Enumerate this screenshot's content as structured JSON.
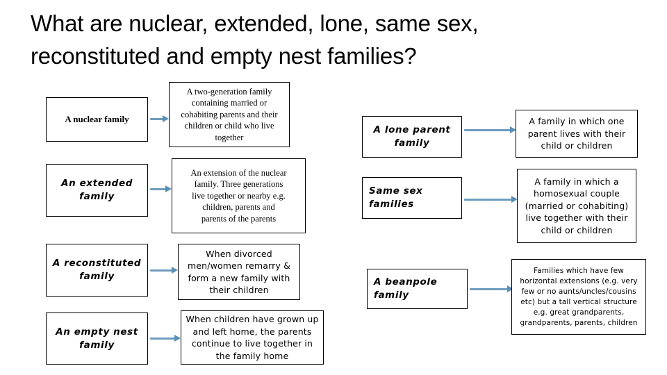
{
  "slide": {
    "title": "What are nuclear, extended, lone, same sex,\nreconstituted and empty nest families?",
    "accent_color": "#6d9cbe",
    "arrow_head_color": "#5b90b5",
    "box_border_color": "#000000",
    "background_color": "#ffffff"
  },
  "left_column": {
    "rows": [
      {
        "term": "A nuclear family",
        "description": "A two-generation family\ncontaining married or\ncohabiting parents and their\nchildren or child who live\ntogether"
      },
      {
        "term": "An extended\nfamily",
        "description": "An extension of the nuclear\nfamily. Three generations\nlive together or nearby e.g.\nchildren, parents and\nparents of the parents"
      },
      {
        "term": "A reconstituted\nfamily",
        "description": "When divorced\nmen/women remarry &\nform a new family with\ntheir children"
      },
      {
        "term": "An empty nest\nfamily",
        "description": "When children have grown up\nand left home, the parents\ncontinue to live together in\nthe family home"
      }
    ]
  },
  "right_column": {
    "rows": [
      {
        "term": "A lone parent\nfamily",
        "description": "A family in which one\nparent lives with their\nchild or children"
      },
      {
        "term": "Same sex\nfamilies",
        "description": "A family in which a\nhomosexual couple\n(married or cohabiting)\nlive together with their\nchild or children"
      },
      {
        "term": "A beanpole\nfamily",
        "description": "Families which have few\nhorizontal extensions (e.g. very\nfew or no aunts/uncles/cousins\netc) but a tall vertical structure\ne.g. great grandparents,\ngrandparents, parents, children"
      }
    ]
  }
}
